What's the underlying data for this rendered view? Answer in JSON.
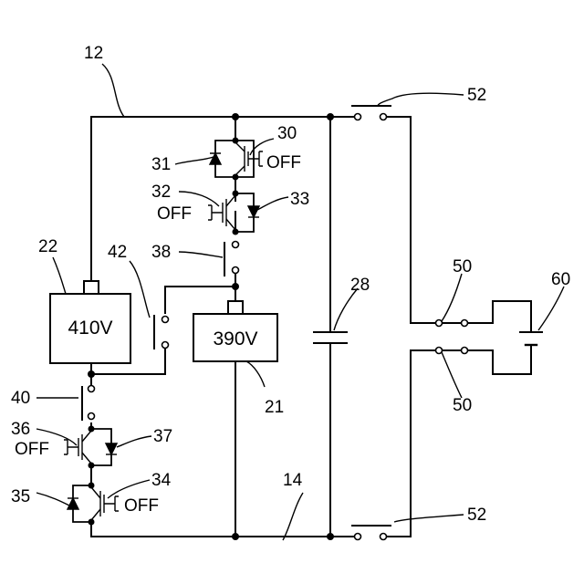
{
  "refs": {
    "line_pos": "12",
    "line_neg": "14",
    "conv_390": "21",
    "conv_410": "22",
    "capacitor": "28",
    "sw_upper_a": "30",
    "diode_upper_a": "31",
    "sw_upper_b": "32",
    "diode_upper_b": "33",
    "sw_lower_b": "34",
    "diode_lower_b": "35",
    "sw_lower_a": "36",
    "diode_lower_a": "37",
    "relay_upper": "38",
    "relay_lower": "40",
    "relay_mid": "42",
    "contact_50_top": "50",
    "contact_50_bottom": "50",
    "contact_52_top": "52",
    "contact_52_bottom": "52",
    "battery": "60"
  },
  "voltages": {
    "conv_410": "410V",
    "conv_390": "390V"
  },
  "states": {
    "sw_upper_a": "OFF",
    "sw_upper_b": "OFF",
    "sw_lower_a": "OFF",
    "sw_lower_b": "OFF"
  }
}
